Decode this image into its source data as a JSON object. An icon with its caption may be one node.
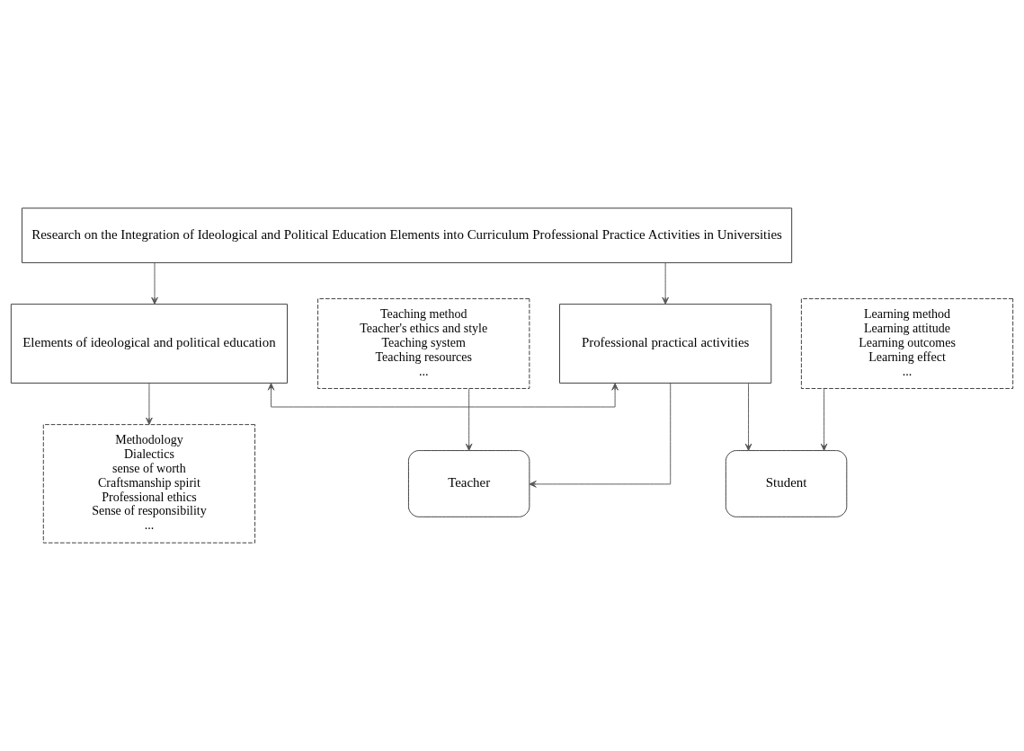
{
  "diagram": {
    "nodes": [
      {
        "text": [
          "Research on the Integration of Ideological and Political Education Elements into Curriculum Professional Practice Activities in Universities"
        ]
      },
      {
        "text": [
          "Elements of ideological and political education"
        ]
      },
      {
        "text": [
          "Professional practical activities"
        ]
      },
      {
        "text": [
          "Methodology",
          "Dialectics",
          "sense of worth",
          "Craftsmanship spirit",
          "Professional ethics",
          "Sense of responsibility",
          "..."
        ]
      },
      {
        "text": [
          "Teacher"
        ]
      },
      {
        "text": [
          "Student"
        ]
      },
      {
        "text": [
          "Teaching method",
          "Teacher's ethics and style",
          "Teaching system",
          "Teaching resources",
          "..."
        ]
      },
      {
        "text": [
          "Learning method",
          "Learning attitude",
          "Learning outcomes",
          "Learning effect",
          "..."
        ]
      }
    ],
    "edges": [
      {
        "from": 0,
        "to": 1,
        "arrow": "to"
      },
      {
        "from": 0,
        "to": 2,
        "arrow": "to"
      },
      {
        "from": 1,
        "to": 2,
        "arrow": "both"
      },
      {
        "from": 1,
        "to": 3,
        "arrow": "to"
      },
      {
        "from": 2,
        "to": 4,
        "arrow": "to"
      },
      {
        "from": 2,
        "to": 5,
        "arrow": "to"
      },
      {
        "from": 6,
        "to": 4,
        "arrow": "to"
      },
      {
        "from": 7,
        "to": 5,
        "arrow": "to"
      }
    ]
  }
}
